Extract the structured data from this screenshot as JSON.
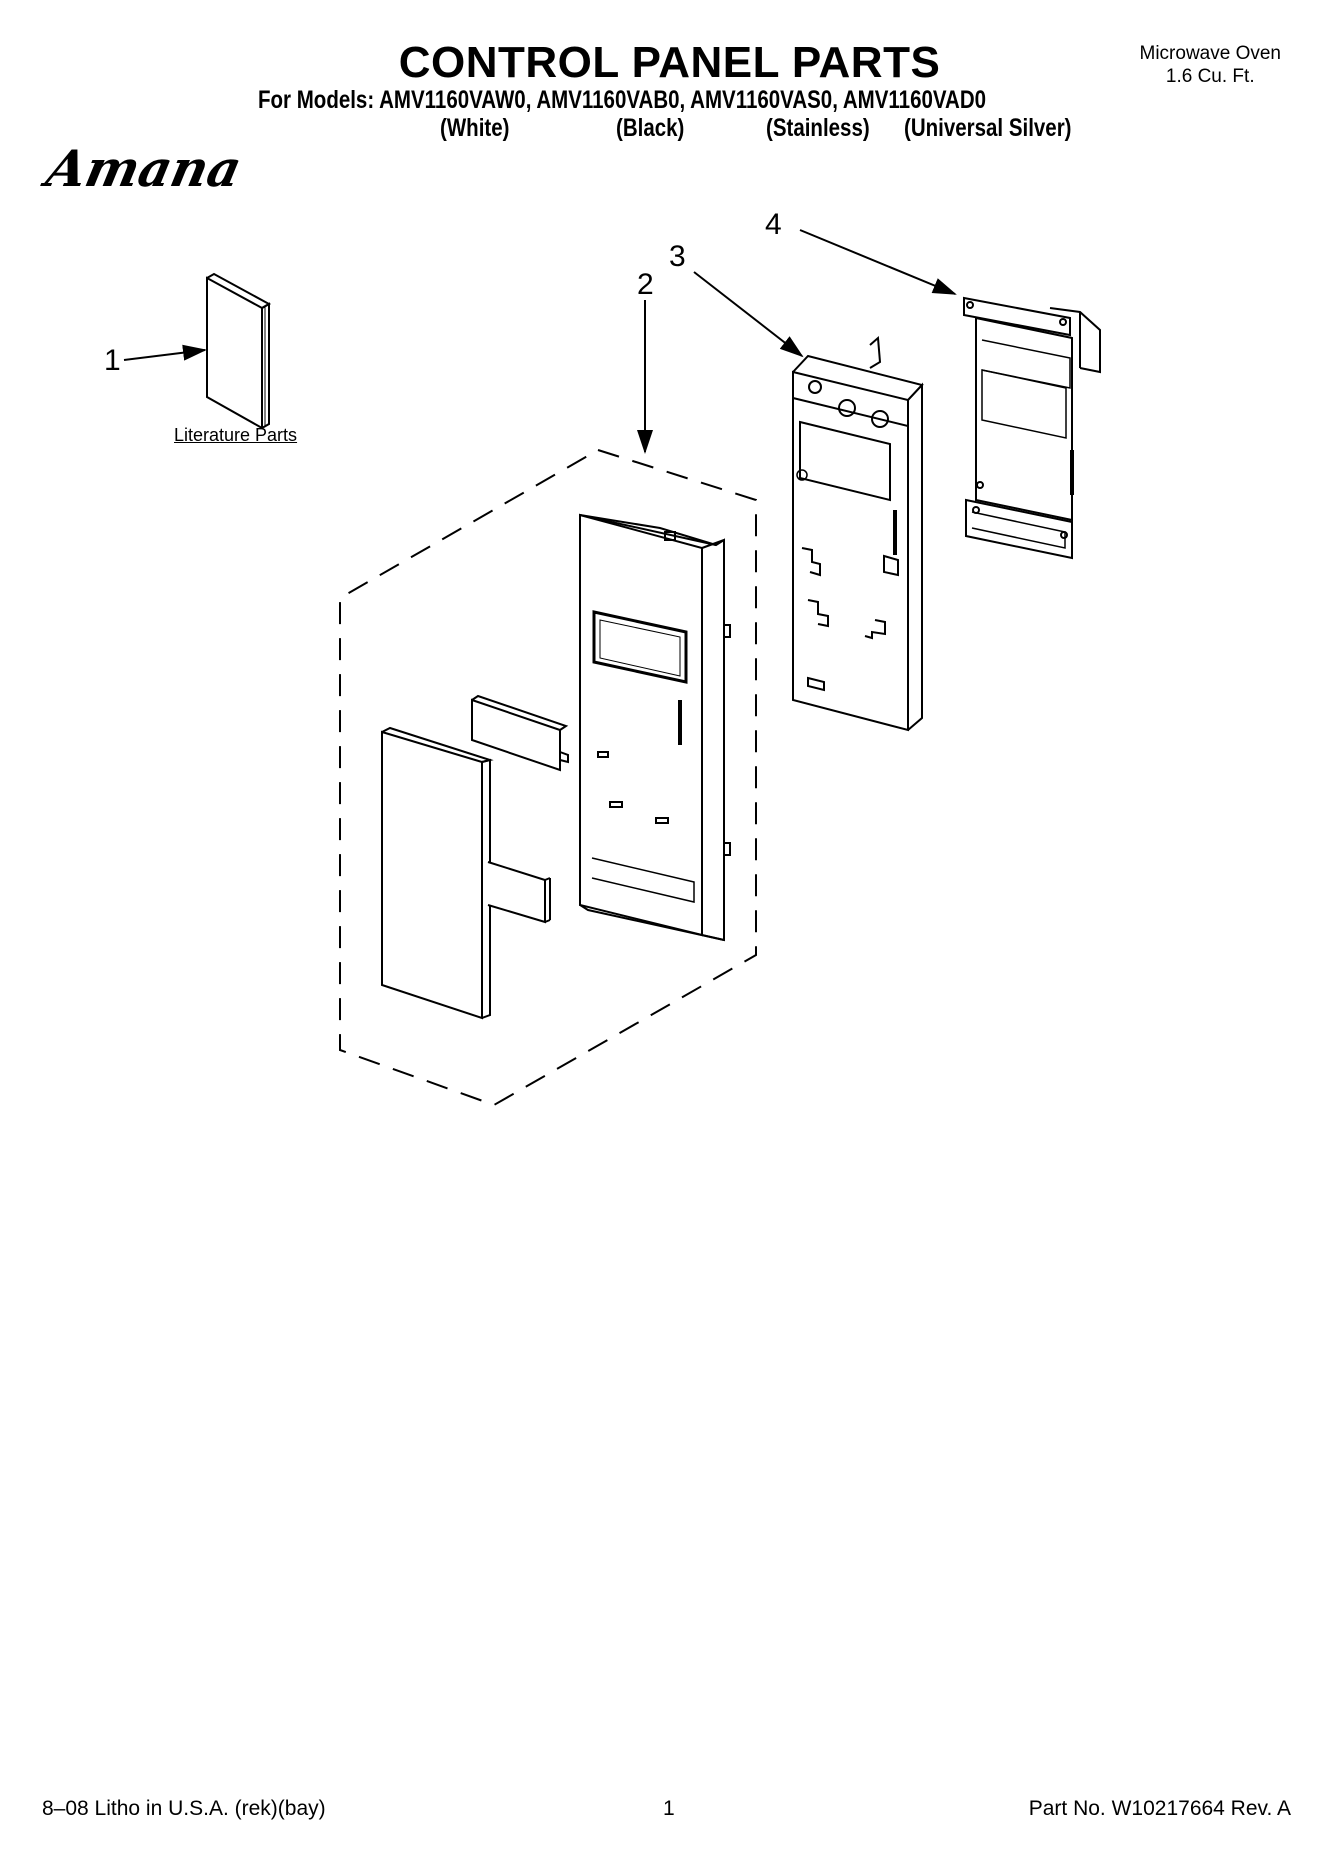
{
  "header": {
    "title": "CONTROL PANEL PARTS",
    "product_line1": "Microwave Oven",
    "product_line2": "1.6 Cu. Ft.",
    "models_line": "For Models: AMV1160VAW0, AMV1160VAB0, AMV1160VAS0, AMV1160VAD0",
    "variants": {
      "white": "(White)",
      "black": "(Black)",
      "stainless": "(Stainless)",
      "silver": "(Universal Silver)"
    },
    "brand": "Amana"
  },
  "diagram": {
    "callouts": [
      "1",
      "2",
      "3",
      "4"
    ],
    "literature_label": "Literature Parts"
  },
  "footer": {
    "litho": "8–08 Litho in U.S.A. (rek)(bay)",
    "page": "1",
    "part_no": "Part No. W10217664 Rev. A"
  }
}
